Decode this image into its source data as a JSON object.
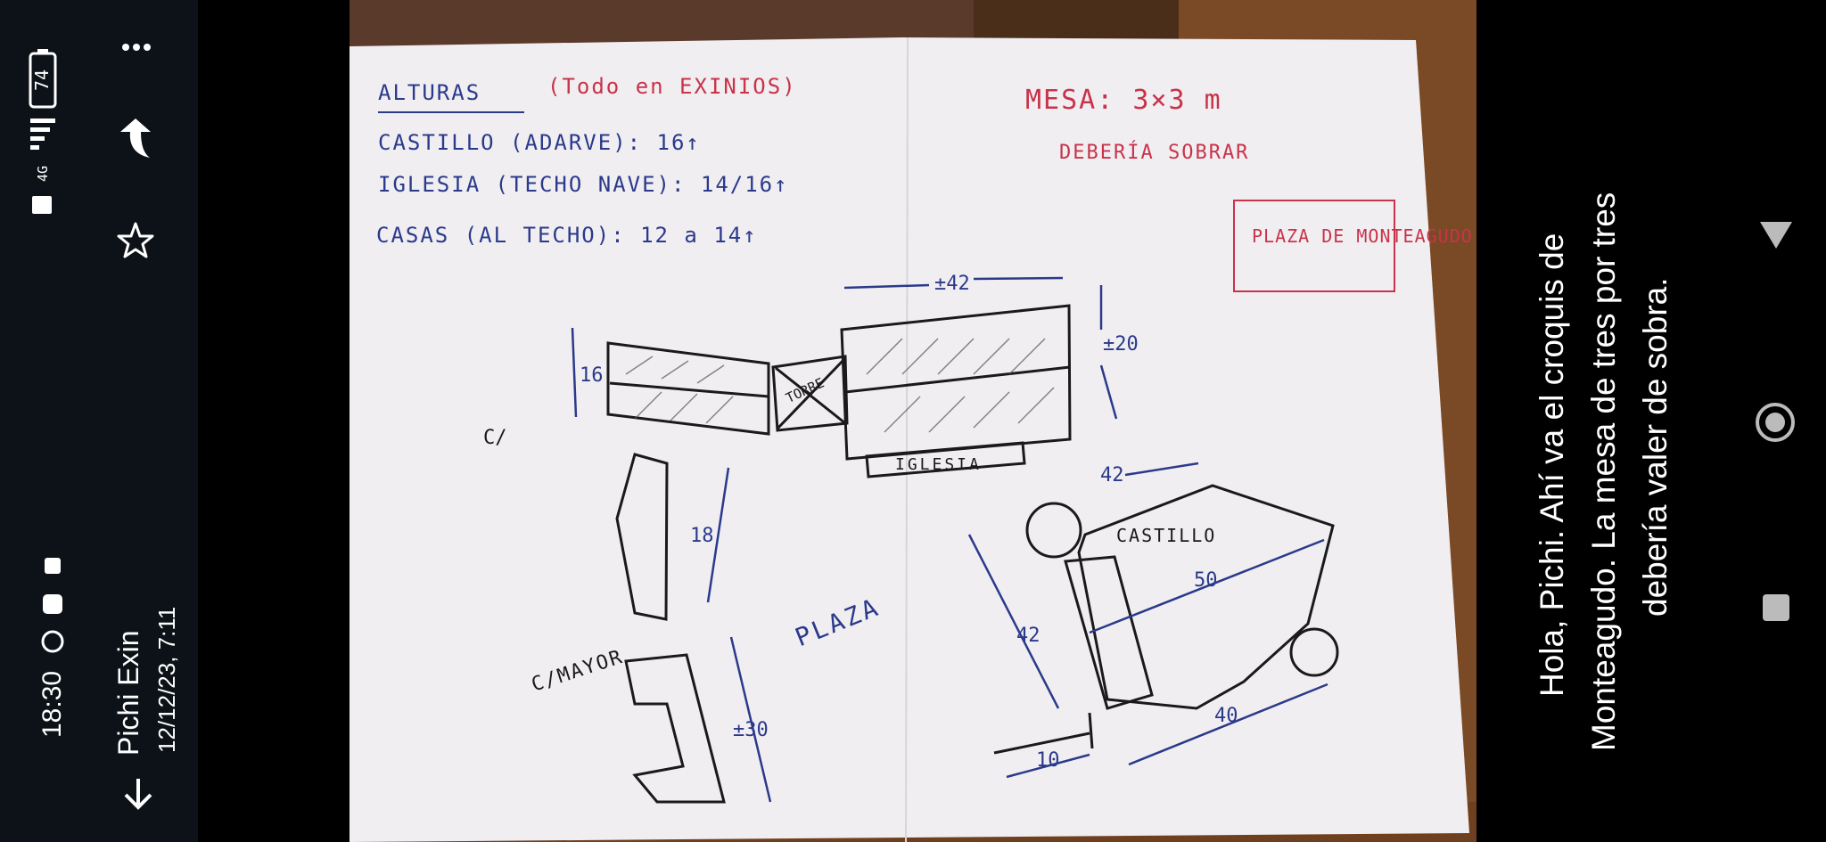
{
  "status": {
    "time": "18:30",
    "battery": "74",
    "network": "4G"
  },
  "viewer": {
    "sender": "Pichi Exin",
    "datetime": "12/12/23, 7:11",
    "icons": [
      "more-icon",
      "reply-icon",
      "star-icon",
      "download-icon"
    ]
  },
  "sketch": {
    "heights_title": "ALTURAS",
    "units_note": "(Todo en EXINIOS)",
    "castle_height": "CASTILLO (ADARVE): 16↑",
    "church_height": "IGLESIA (TECHO NAVE): 14/16↑",
    "houses_height": "CASAS (AL TECHO): 12 a 14↑",
    "table_note": "MESA: 3×3 m",
    "spare_note": "DEBERÍA SOBRAR",
    "plaza_title": "PLAZA DE MONTEAGUDO",
    "tower_label": "TORRE",
    "church_label": "IGLESIA",
    "castle_label": "CASTILLO",
    "plaza_label": "PLAZA",
    "street_label": "C/MAYOR",
    "street_short": "C/",
    "dim_church_width": "±42",
    "dim_church_depth": "±20",
    "dim_16": "16",
    "dim_18": "18",
    "dim_30": "±30",
    "dim_castle_42_top": "42",
    "dim_castle_42_side": "42",
    "dim_castle_50": "50",
    "dim_castle_40": "40",
    "dim_castle_10": "10"
  },
  "caption": {
    "line1": "Hola, Pichi. Ahí va el croquis de",
    "line2": "Monteagudo. La mesa de tres por tres",
    "line3": "debería valer de sobra."
  },
  "nav": {
    "icons": [
      "back-icon",
      "home-icon",
      "recents-icon"
    ]
  },
  "colors": {
    "paper": "#f1eef2",
    "ink_blue": "#2a3a8a",
    "ink_red": "#c8334a",
    "ink_black": "#1a1a1a"
  }
}
